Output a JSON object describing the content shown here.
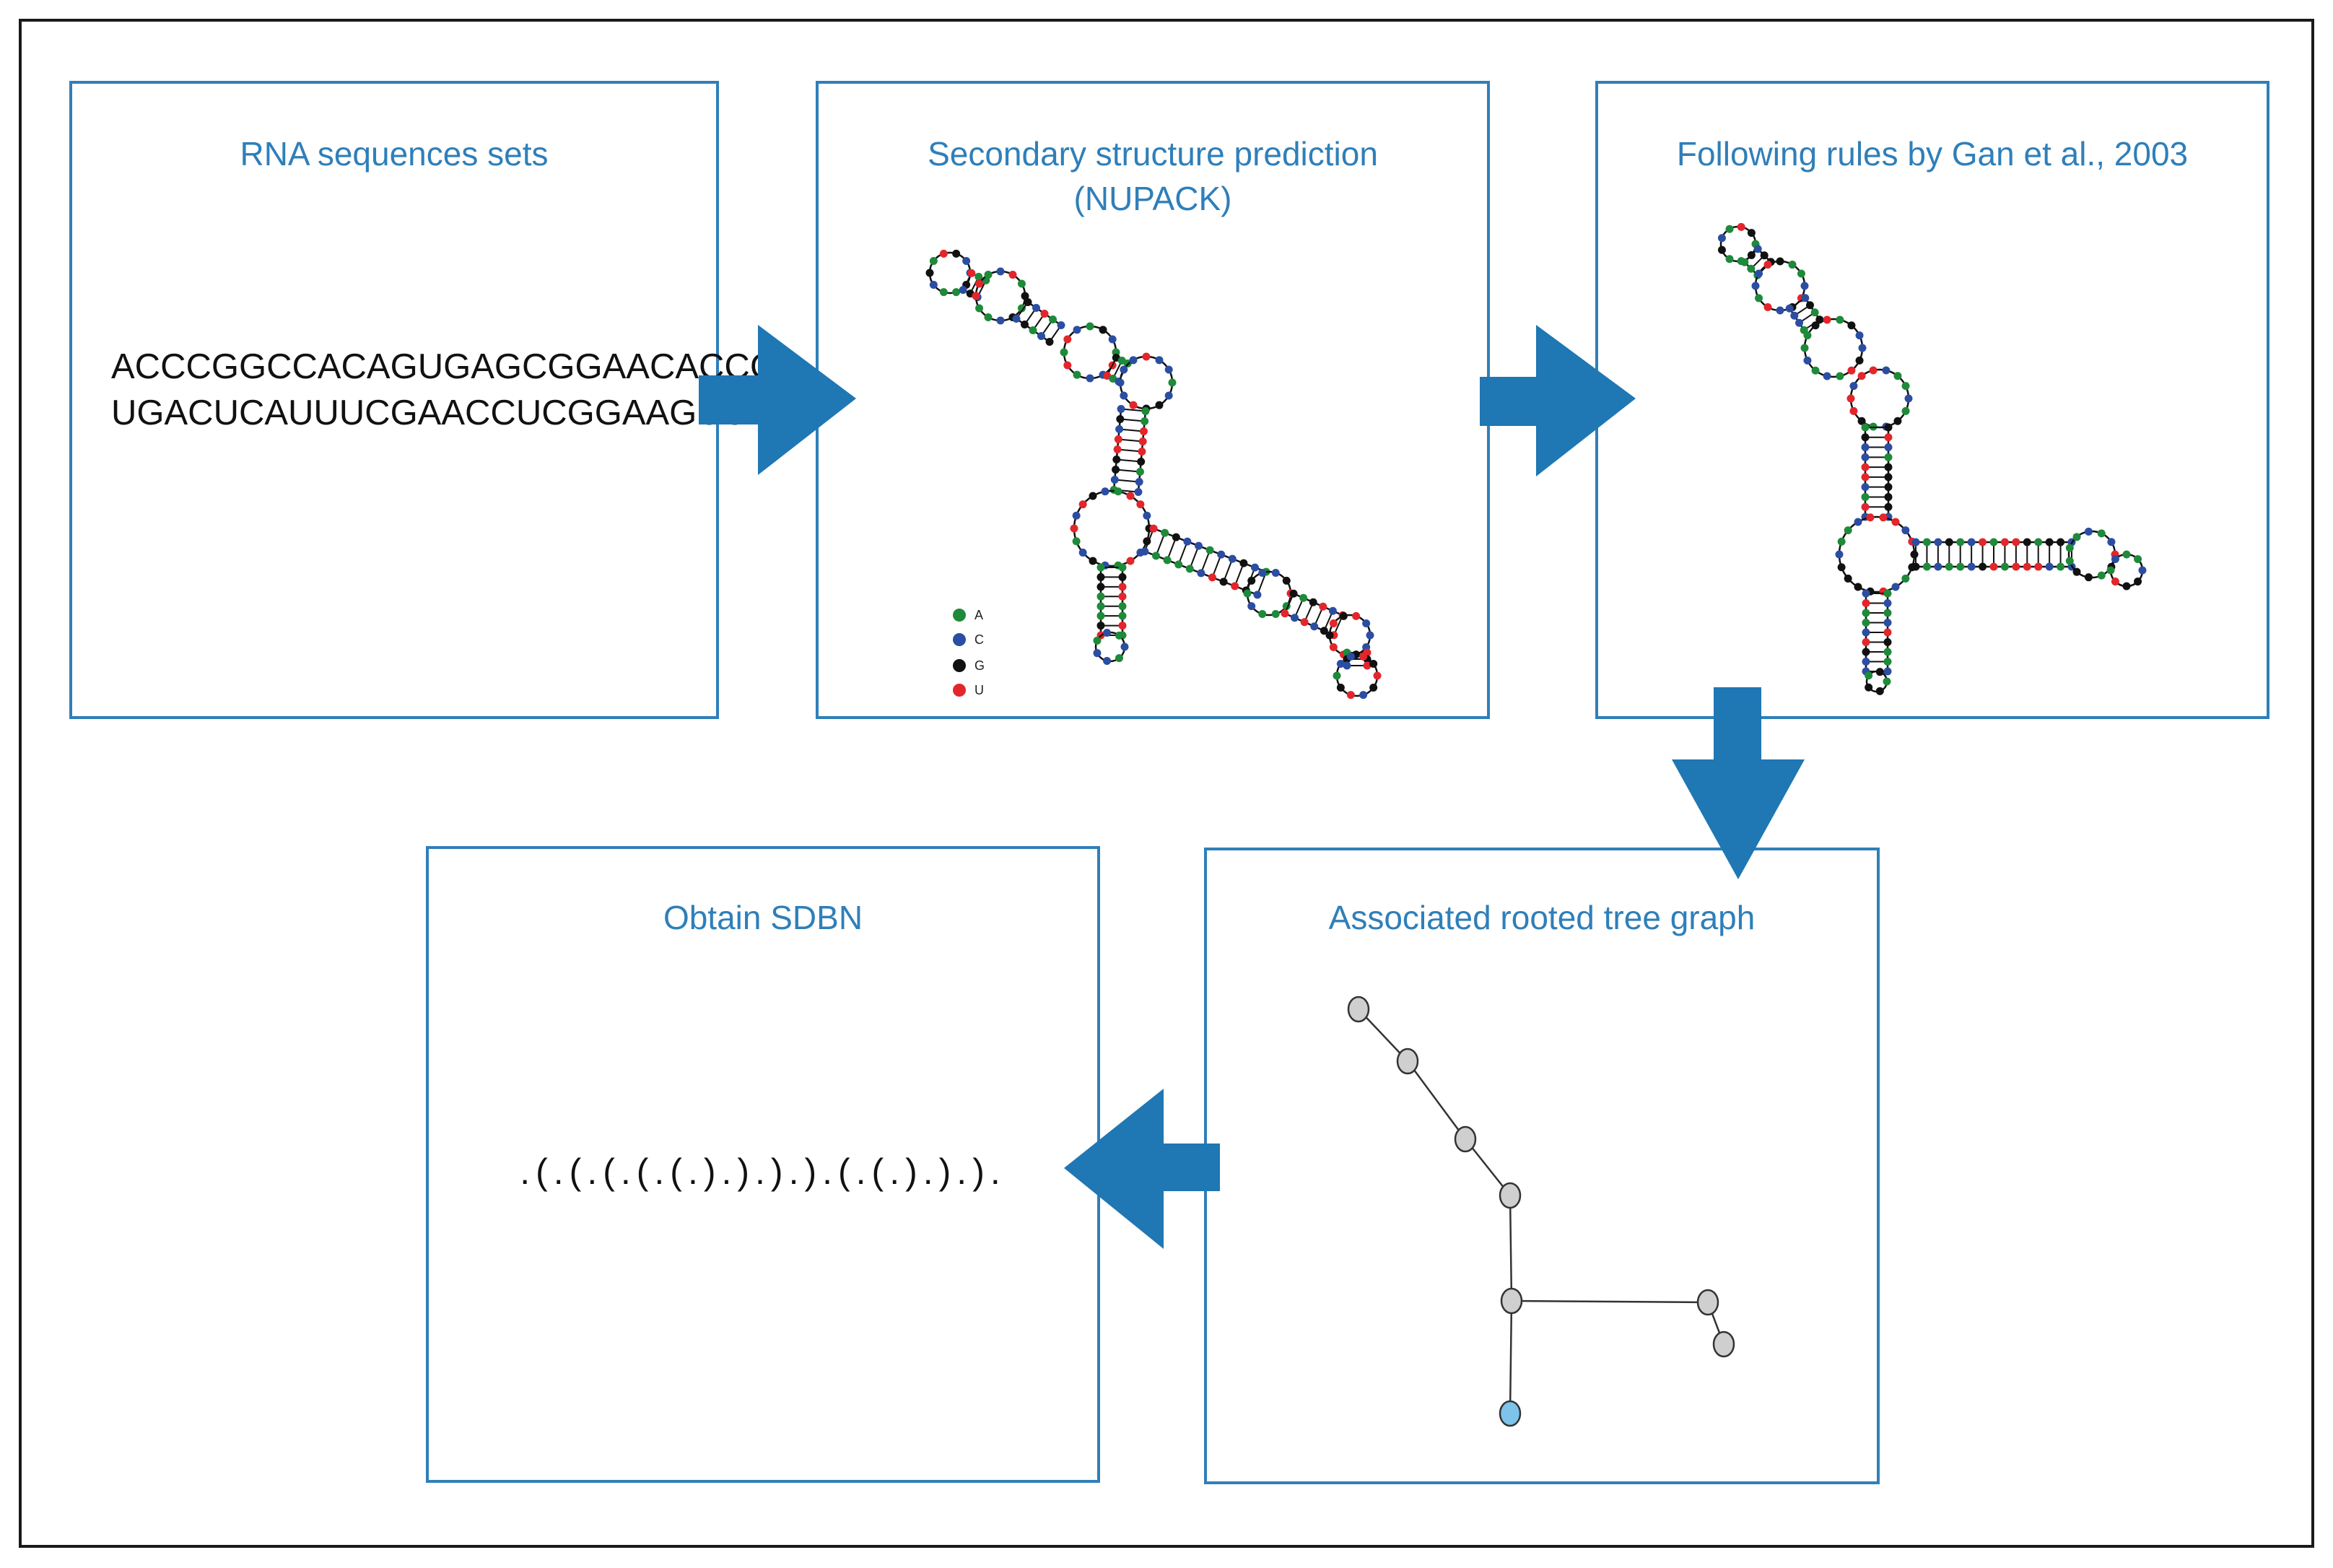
{
  "colors": {
    "accent": "#2f7fb9",
    "arrow": "#1f77b4",
    "nucleotide_A": "#1e8a3a",
    "nucleotide_C": "#2b4ea3",
    "nucleotide_G": "#111111",
    "nucleotide_U": "#e3262b",
    "tree_node": "#cfcfcf",
    "tree_root": "#7ec3ea"
  },
  "boxes": {
    "rna_sequences": {
      "title": "RNA sequences sets",
      "sequence_line_1": "ACCCGGCCACAGUGAGCGGAACACCCG",
      "sequence_line_2": "UGACUCAUUUCGAACCUCGGAAGUU…"
    },
    "secondary_structure": {
      "title_line_1": "Secondary structure prediction",
      "title_line_2": "(NUPACK)",
      "legend": [
        "A",
        "C",
        "G",
        "U"
      ]
    },
    "gan_rules": {
      "title": "Following rules by Gan et al., 2003"
    },
    "rooted_tree": {
      "title": "Associated rooted tree graph"
    },
    "sdbn": {
      "title": "Obtain SDBN",
      "value": ".(.(.(.(.(.).).).).(.(.).).)."
    }
  },
  "icons": [
    "right-arrow-icon",
    "down-arrow-icon",
    "left-arrow-icon"
  ]
}
